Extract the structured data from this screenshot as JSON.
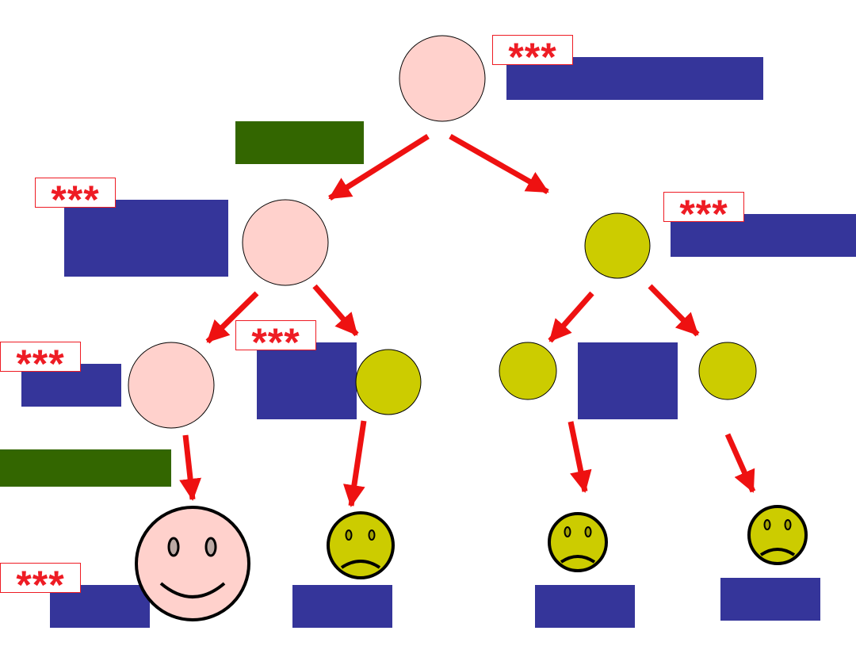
{
  "colors": {
    "pink_node": "#ffd1cc",
    "olive_node": "#cccc00",
    "blue_box": "#35359a",
    "green_box": "#336600",
    "arrow": "#ee1111",
    "star_text": "#ee1c24"
  },
  "star_label": "***",
  "nodes": [
    {
      "id": "root",
      "color": "pink"
    },
    {
      "id": "mid-left",
      "color": "pink"
    },
    {
      "id": "mid-right",
      "color": "olive"
    },
    {
      "id": "left-left",
      "color": "pink"
    },
    {
      "id": "left-right",
      "color": "olive"
    },
    {
      "id": "right-left",
      "color": "olive"
    },
    {
      "id": "right-right",
      "color": "olive"
    }
  ],
  "outcomes": [
    {
      "id": "outcome-1",
      "face": "happy",
      "color": "pink"
    },
    {
      "id": "outcome-2",
      "face": "sad",
      "color": "olive"
    },
    {
      "id": "outcome-3",
      "face": "sad",
      "color": "olive"
    },
    {
      "id": "outcome-4",
      "face": "sad",
      "color": "olive"
    }
  ]
}
